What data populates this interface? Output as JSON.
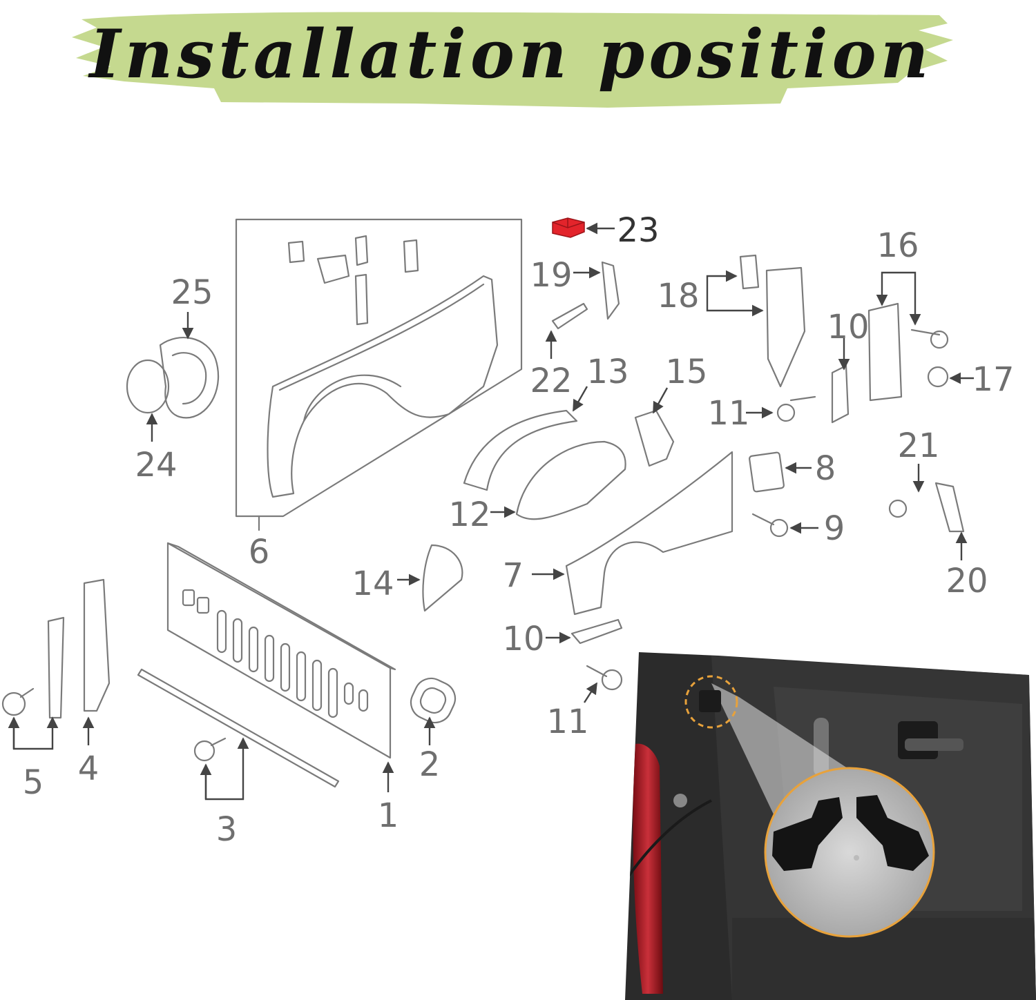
{
  "title": "Installation position",
  "colors": {
    "banner": "#c5d98f",
    "title": "#111111",
    "highlight_part": "#e3242b",
    "callout_ring": "#e8a23b",
    "label": "#6f6f6f"
  },
  "labels": {
    "l1": "1",
    "l2": "2",
    "l3": "3",
    "l4": "4",
    "l5": "5",
    "l6": "6",
    "l7": "7",
    "l8": "8",
    "l9": "9",
    "l10a": "10",
    "l10b": "10",
    "l11a": "11",
    "l11b": "11",
    "l12": "12",
    "l13": "13",
    "l14": "14",
    "l15": "15",
    "l16": "16",
    "l17": "17",
    "l18": "18",
    "l19": "19",
    "l20": "20",
    "l21": "21",
    "l22": "22",
    "l23": "23",
    "l24": "24",
    "l25": "25"
  }
}
